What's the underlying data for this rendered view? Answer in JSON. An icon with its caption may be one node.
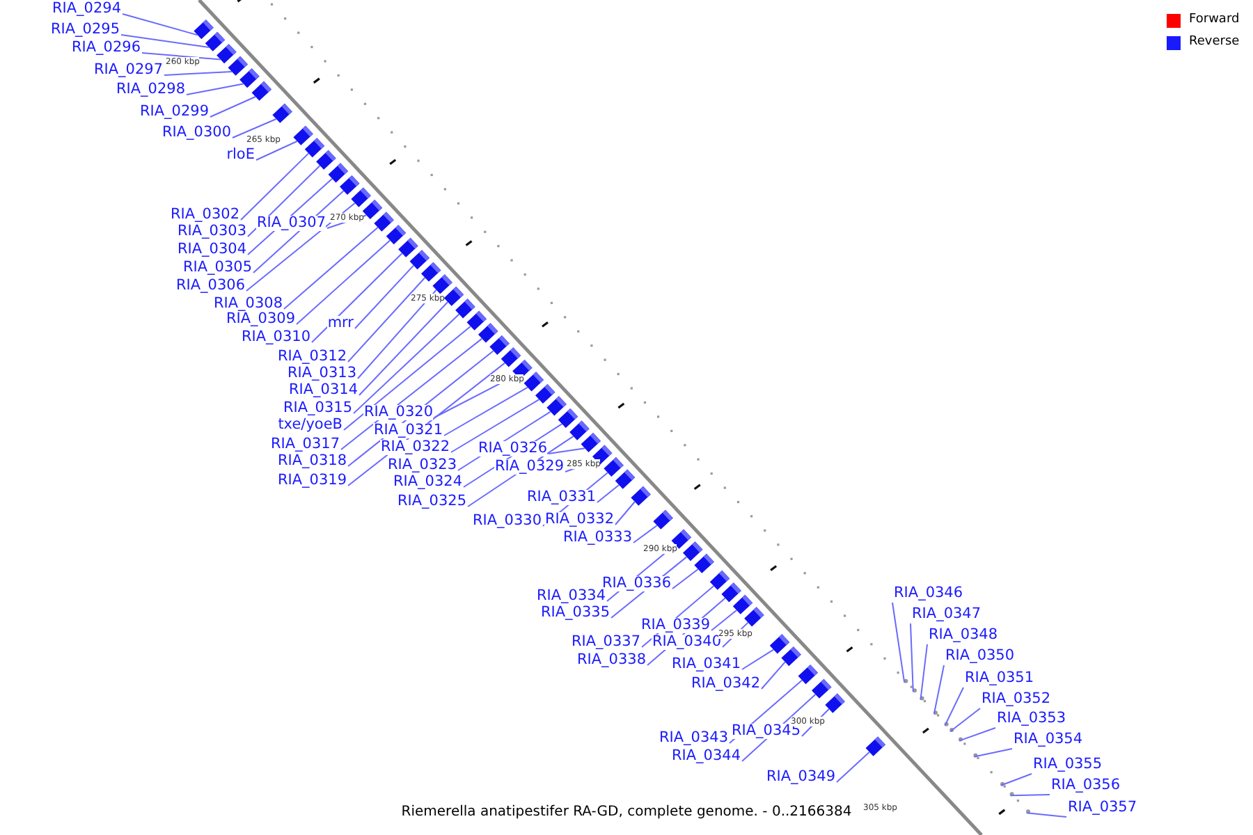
{
  "diagram": {
    "caption": "Riemerella anatipestifer RA-GD, complete genome. - 0..2166384",
    "nodes": [
      {
        "text": [
          "RIA_0294"
        ]
      },
      {
        "text": [
          "RIA_0295"
        ]
      },
      {
        "text": [
          "RIA_0296"
        ]
      },
      {
        "text": [
          "RIA_0297"
        ]
      },
      {
        "text": [
          "RIA_0298"
        ]
      },
      {
        "text": [
          "RIA_0299"
        ]
      },
      {
        "text": [
          "RIA_0300"
        ]
      },
      {
        "text": [
          "rloE"
        ]
      },
      {
        "text": [
          "RIA_0302"
        ]
      },
      {
        "text": [
          "RIA_0303"
        ]
      },
      {
        "text": [
          "RIA_0304"
        ]
      },
      {
        "text": [
          "RIA_0305"
        ]
      },
      {
        "text": [
          "RIA_0306"
        ]
      },
      {
        "text": [
          "RIA_0307"
        ]
      },
      {
        "text": [
          "RIA_0308"
        ]
      },
      {
        "text": [
          "RIA_0309"
        ]
      },
      {
        "text": [
          "RIA_0310"
        ]
      },
      {
        "text": [
          "mrr"
        ]
      },
      {
        "text": [
          "RIA_0312"
        ]
      },
      {
        "text": [
          "RIA_0313"
        ]
      },
      {
        "text": [
          "RIA_0314"
        ]
      },
      {
        "text": [
          "RIA_0315"
        ]
      },
      {
        "text": [
          "txe/yoeB"
        ]
      },
      {
        "text": [
          "RIA_0317"
        ]
      },
      {
        "text": [
          "RIA_0318"
        ]
      },
      {
        "text": [
          "RIA_0319"
        ]
      },
      {
        "text": [
          "RIA_0320"
        ]
      },
      {
        "text": [
          "RIA_0321"
        ]
      },
      {
        "text": [
          "RIA_0322"
        ]
      },
      {
        "text": [
          "RIA_0323"
        ]
      },
      {
        "text": [
          "RIA_0324"
        ]
      },
      {
        "text": [
          "RIA_0325"
        ]
      },
      {
        "text": [
          "RIA_0326"
        ]
      },
      {
        "text": [
          "RIA_0329"
        ]
      },
      {
        "text": [
          "RIA_0331"
        ]
      },
      {
        "text": [
          "RIA_0330"
        ]
      },
      {
        "text": [
          "RIA_0332"
        ]
      },
      {
        "text": [
          "RIA_0333"
        ]
      },
      {
        "text": [
          "RIA_0336"
        ]
      },
      {
        "text": [
          "RIA_0334"
        ]
      },
      {
        "text": [
          "RIA_0335"
        ]
      },
      {
        "text": [
          "RIA_0339"
        ]
      },
      {
        "text": [
          "RIA_0337"
        ]
      },
      {
        "text": [
          "RIA_0340"
        ]
      },
      {
        "text": [
          "RIA_0338"
        ]
      },
      {
        "text": [
          "RIA_0341"
        ]
      },
      {
        "text": [
          "RIA_0342"
        ]
      },
      {
        "text": [
          "RIA_0345"
        ]
      },
      {
        "text": [
          "RIA_0343"
        ]
      },
      {
        "text": [
          "RIA_0344"
        ]
      },
      {
        "text": [
          "RIA_0349"
        ]
      },
      {
        "text": [
          "RIA_0346"
        ]
      },
      {
        "text": [
          "RIA_0347"
        ]
      },
      {
        "text": [
          "RIA_0348"
        ]
      },
      {
        "text": [
          "RIA_0350"
        ]
      },
      {
        "text": [
          "RIA_0351"
        ]
      },
      {
        "text": [
          "RIA_0352"
        ]
      },
      {
        "text": [
          "RIA_0353"
        ]
      },
      {
        "text": [
          "RIA_0354"
        ]
      },
      {
        "text": [
          "RIA_0355"
        ]
      },
      {
        "text": [
          "RIA_0356"
        ]
      },
      {
        "text": [
          "RIA_0357"
        ]
      },
      {
        "text": [],
        "shape": "box"
      },
      {
        "text": [],
        "shape": "box"
      },
      {
        "text": [],
        "shape": "box"
      },
      {
        "text": [],
        "shape": "box"
      },
      {
        "text": [],
        "shape": "box"
      },
      {
        "text": [],
        "shape": "box"
      },
      {
        "text": [],
        "shape": "box"
      },
      {
        "text": [],
        "shape": "box"
      },
      {
        "text": [],
        "shape": "box"
      },
      {
        "text": [],
        "shape": "box"
      },
      {
        "text": [],
        "shape": "box"
      },
      {
        "text": [],
        "shape": "box"
      },
      {
        "text": [],
        "shape": "box"
      },
      {
        "text": [],
        "shape": "box"
      },
      {
        "text": [],
        "shape": "box"
      },
      {
        "text": [],
        "shape": "box"
      },
      {
        "text": [],
        "shape": "box"
      },
      {
        "text": [],
        "shape": "box"
      },
      {
        "text": [],
        "shape": "box"
      },
      {
        "text": [],
        "shape": "box"
      },
      {
        "text": [],
        "shape": "box"
      },
      {
        "text": [],
        "shape": "box"
      },
      {
        "text": [],
        "shape": "box"
      },
      {
        "text": [],
        "shape": "box"
      },
      {
        "text": [],
        "shape": "box"
      },
      {
        "text": [],
        "shape": "box"
      },
      {
        "text": [],
        "shape": "box"
      },
      {
        "text": [],
        "shape": "box"
      },
      {
        "text": [],
        "shape": "box"
      },
      {
        "text": [],
        "shape": "box"
      },
      {
        "text": [],
        "shape": "box"
      },
      {
        "text": [],
        "shape": "box"
      },
      {
        "text": [],
        "shape": "box"
      },
      {
        "text": [],
        "shape": "box"
      },
      {
        "text": [],
        "shape": "box"
      },
      {
        "text": [],
        "shape": "box"
      },
      {
        "text": [],
        "shape": "box"
      },
      {
        "text": [],
        "shape": "box"
      },
      {
        "text": [],
        "shape": "box"
      },
      {
        "text": [],
        "shape": "box"
      },
      {
        "text": [],
        "shape": "box"
      },
      {
        "text": [],
        "shape": "box"
      },
      {
        "text": [],
        "shape": "box"
      },
      {
        "text": [],
        "shape": "box"
      },
      {
        "text": [],
        "shape": "box"
      },
      {
        "text": [],
        "shape": "box"
      },
      {
        "text": [],
        "shape": "box"
      },
      {
        "text": [],
        "shape": "box"
      },
      {
        "text": [],
        "shape": "box"
      },
      {
        "text": [],
        "shape": "box"
      },
      {
        "text": [],
        "shape": "box"
      },
      {
        "text": [],
        "shape": "circle"
      },
      {
        "text": [],
        "shape": "circle"
      },
      {
        "text": [],
        "shape": "circle"
      },
      {
        "text": [],
        "shape": "circle"
      },
      {
        "text": [],
        "shape": "circle"
      },
      {
        "text": [],
        "shape": "circle"
      },
      {
        "text": [],
        "shape": "circle"
      },
      {
        "text": [],
        "shape": "circle"
      },
      {
        "text": [],
        "shape": "circle"
      },
      {
        "text": [],
        "shape": "circle"
      },
      {
        "text": [],
        "shape": "circle"
      }
    ],
    "edges": [
      {
        "from": 0,
        "to": 62,
        "arrow": "none"
      },
      {
        "from": 1,
        "to": 63,
        "arrow": "none"
      },
      {
        "from": 2,
        "to": 64,
        "arrow": "none"
      },
      {
        "from": 3,
        "to": 65,
        "arrow": "none"
      },
      {
        "from": 4,
        "to": 66,
        "arrow": "none"
      },
      {
        "from": 5,
        "to": 67,
        "arrow": "none"
      },
      {
        "from": 6,
        "to": 68,
        "arrow": "none"
      },
      {
        "from": 7,
        "to": 69,
        "arrow": "none"
      },
      {
        "from": 8,
        "to": 70,
        "arrow": "none"
      },
      {
        "from": 9,
        "to": 71,
        "arrow": "none"
      },
      {
        "from": 10,
        "to": 72,
        "arrow": "none"
      },
      {
        "from": 11,
        "to": 73,
        "arrow": "none"
      },
      {
        "from": 12,
        "to": 74,
        "arrow": "none"
      },
      {
        "from": 13,
        "to": 75,
        "arrow": "none"
      },
      {
        "from": 14,
        "to": 76,
        "arrow": "none"
      },
      {
        "from": 15,
        "to": 77,
        "arrow": "none"
      },
      {
        "from": 16,
        "to": 78,
        "arrow": "none"
      },
      {
        "from": 17,
        "to": 79,
        "arrow": "none"
      },
      {
        "from": 18,
        "to": 80,
        "arrow": "none"
      },
      {
        "from": 19,
        "to": 81,
        "arrow": "none"
      },
      {
        "from": 20,
        "to": 82,
        "arrow": "none"
      },
      {
        "from": 21,
        "to": 83,
        "arrow": "none"
      },
      {
        "from": 22,
        "to": 84,
        "arrow": "none"
      },
      {
        "from": 23,
        "to": 85,
        "arrow": "none"
      },
      {
        "from": 24,
        "to": 86,
        "arrow": "none"
      },
      {
        "from": 25,
        "to": 87,
        "arrow": "none"
      },
      {
        "from": 26,
        "to": 88,
        "arrow": "none"
      },
      {
        "from": 27,
        "to": 89,
        "arrow": "none"
      },
      {
        "from": 28,
        "to": 90,
        "arrow": "none"
      },
      {
        "from": 29,
        "to": 91,
        "arrow": "none"
      },
      {
        "from": 30,
        "to": 92,
        "arrow": "none"
      },
      {
        "from": 31,
        "to": 93,
        "arrow": "none"
      },
      {
        "from": 32,
        "to": 94,
        "arrow": "none"
      },
      {
        "from": 33,
        "to": 95,
        "arrow": "none"
      },
      {
        "from": 34,
        "to": 96,
        "arrow": "none"
      },
      {
        "from": 35,
        "to": 97,
        "arrow": "none"
      },
      {
        "from": 36,
        "to": 98,
        "arrow": "none"
      },
      {
        "from": 37,
        "to": 99,
        "arrow": "none"
      },
      {
        "from": 38,
        "to": 100,
        "arrow": "none"
      },
      {
        "from": 39,
        "to": 101,
        "arrow": "none"
      },
      {
        "from": 40,
        "to": 102,
        "arrow": "none"
      },
      {
        "from": 41,
        "to": 103,
        "arrow": "none"
      },
      {
        "from": 42,
        "to": 104,
        "arrow": "none"
      },
      {
        "from": 43,
        "to": 105,
        "arrow": "none"
      },
      {
        "from": 44,
        "to": 106,
        "arrow": "none"
      },
      {
        "from": 45,
        "to": 107,
        "arrow": "none"
      },
      {
        "from": 46,
        "to": 108,
        "arrow": "none"
      },
      {
        "from": 47,
        "to": 109,
        "arrow": "none"
      },
      {
        "from": 48,
        "to": 110,
        "arrow": "none"
      },
      {
        "from": 49,
        "to": 111,
        "arrow": "none"
      },
      {
        "from": 50,
        "to": 112,
        "arrow": "none"
      },
      {
        "from": 51,
        "to": 113,
        "arrow": "none"
      },
      {
        "from": 52,
        "to": 114,
        "arrow": "none"
      },
      {
        "from": 53,
        "to": 115,
        "arrow": "none"
      },
      {
        "from": 54,
        "to": 116,
        "arrow": "none"
      },
      {
        "from": 55,
        "to": 117,
        "arrow": "none"
      },
      {
        "from": 56,
        "to": 118,
        "arrow": "none"
      },
      {
        "from": 57,
        "to": 119,
        "arrow": "none"
      },
      {
        "from": 58,
        "to": 120,
        "arrow": "none"
      },
      {
        "from": 59,
        "to": 121,
        "arrow": "none"
      },
      {
        "from": 60,
        "to": 122,
        "arrow": "none"
      },
      {
        "from": 61,
        "to": 123,
        "arrow": "none"
      }
    ],
    "labels": [
      "260 kbp",
      "265 kbp",
      "270 kbp",
      "275 kbp",
      "280 kbp",
      "285 kbp",
      "290 kbp",
      "295 kbp",
      "300 kbp",
      "305 kbp"
    ],
    "legend": [
      {
        "text": "Forward",
        "color": "#ff0000"
      },
      {
        "text": "Reverse",
        "color": "#1a1aff"
      }
    ]
  }
}
